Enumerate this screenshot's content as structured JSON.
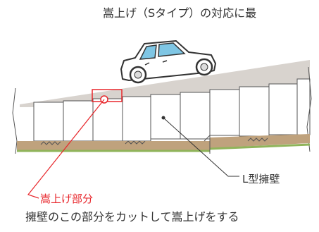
{
  "header": {
    "title": "嵩上げ（Sタイプ）の対応に最"
  },
  "labels": {
    "wall": "L型擁壁",
    "raise_part": "嵩上げ部分"
  },
  "caption": "擁壁のこの部分をカットして嵩上げをする",
  "colors": {
    "accent_red": "#e8272c",
    "text": "#333333",
    "slope": "#d8d3ce",
    "car_body": "#ffffff",
    "car_window": "#7fc6e4",
    "wall_fill": "#ffffff",
    "ground_brown": "#bfa27d",
    "ground_green": "#8fb45a"
  },
  "icons": {
    "car": "car-icon"
  }
}
